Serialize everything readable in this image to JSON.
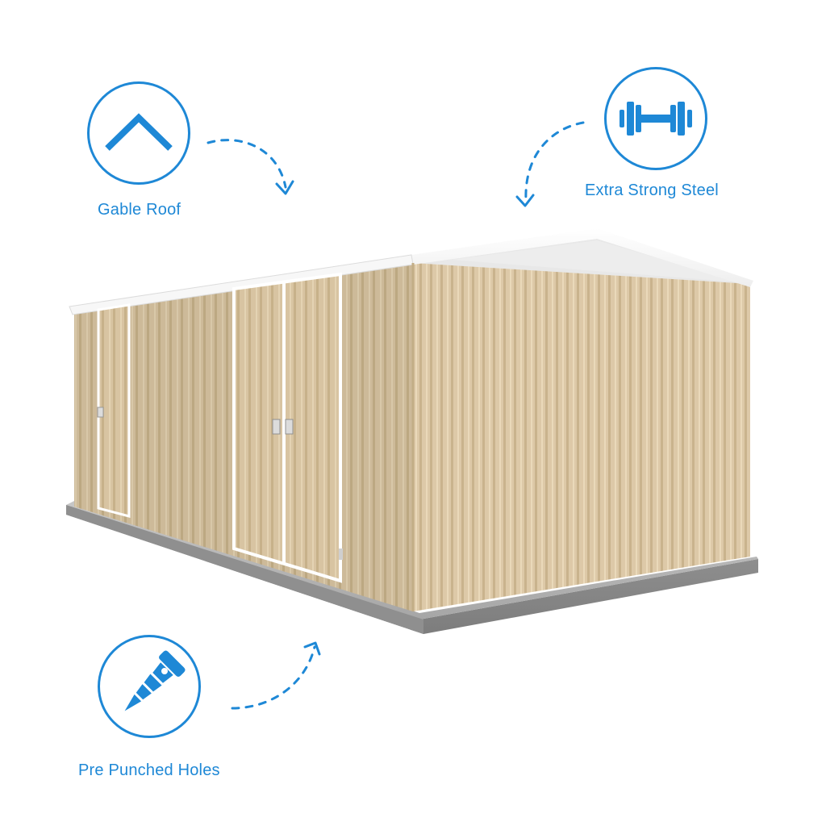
{
  "features": {
    "gable_roof": {
      "label": "Gable Roof",
      "icon": "gable-roof-icon"
    },
    "extra_strong_steel": {
      "label": "Extra Strong Steel",
      "icon": "dumbbell-icon"
    },
    "pre_punched_holes": {
      "label": "Pre Punched Holes",
      "icon": "screw-icon"
    }
  },
  "colors": {
    "accent": "#1e88d6",
    "shed_wall": "#d8c4a2",
    "shed_shadow": "#b9a27c",
    "roof": "#f2f2f2",
    "slab": "#a9a9a9"
  }
}
